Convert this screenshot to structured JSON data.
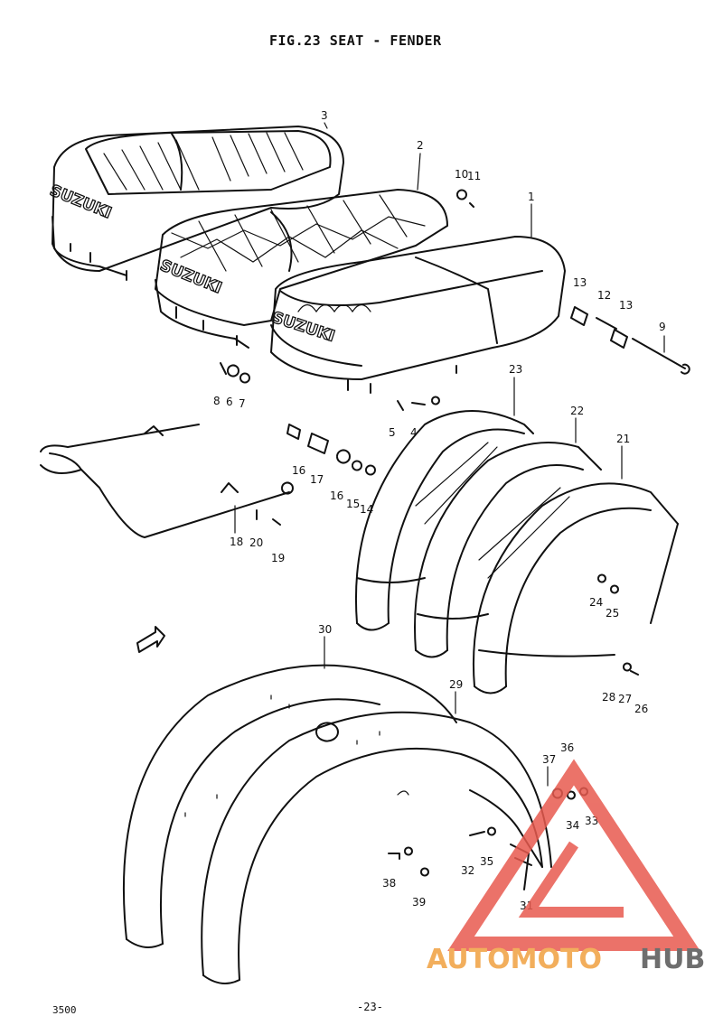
{
  "title": "FIG.23  SEAT - FENDER",
  "footer_left": "3500",
  "footer_page": "-23-",
  "brand_lettering": [
    "SUZUKI",
    "SUZUKI",
    "SUZUKI"
  ],
  "watermark": {
    "part1": "AUTOMOTO",
    "part2": "HUB",
    "color_red": "#e85a4f",
    "color_orange": "#f0a040",
    "color_gray": "#555555"
  },
  "callouts": [
    "1",
    "2",
    "3",
    "4",
    "5",
    "6",
    "7",
    "8",
    "9",
    "10",
    "11",
    "12",
    "13",
    "13",
    "14",
    "15",
    "16",
    "16",
    "17",
    "18",
    "19",
    "20",
    "21",
    "22",
    "23",
    "24",
    "25",
    "26",
    "27",
    "28",
    "29",
    "30",
    "31",
    "32",
    "33",
    "34",
    "35",
    "36",
    "37",
    "38",
    "39"
  ]
}
